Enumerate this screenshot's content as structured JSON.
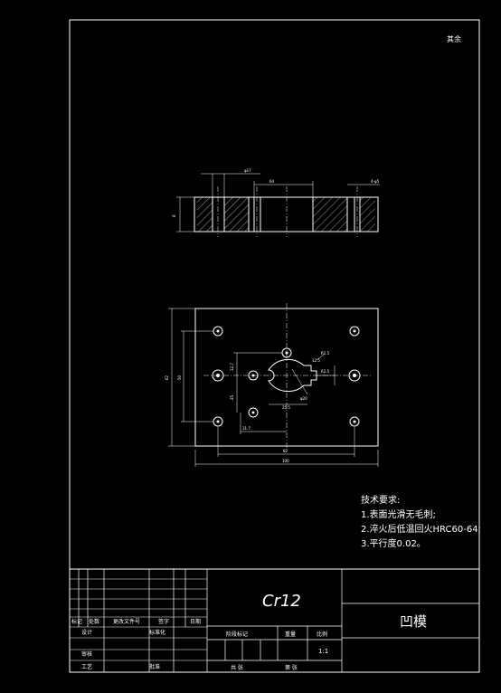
{
  "corner_note": "其余",
  "top_view": {
    "dims": {
      "pitch": "φ17",
      "mid": "64",
      "right": "4-φ5",
      "height": "8"
    }
  },
  "plan_view": {
    "dims": {
      "r1": "R2.5",
      "r2": "12.5",
      "small_r": "R2.5",
      "inner_left": "12.7",
      "inner_left2": "25",
      "d_center": "φ20",
      "mid_h": "25.5",
      "mid_w": "31.7",
      "height_outer": "62",
      "height_inner": "50",
      "width_inner": "82",
      "width_outer": "100"
    }
  },
  "tech_notes": {
    "title": "技术要求:",
    "items": [
      "1.表面光滑无毛刺;",
      "2.淬火后低温回火HRC60-64;",
      "3.平行度0.02。"
    ]
  },
  "title_block": {
    "material": "Cr12",
    "part_name": "凹模",
    "headers": [
      "标记",
      "处数",
      "更改文件号",
      "签字",
      "日期"
    ],
    "roles": [
      "设计",
      "审核",
      "工艺"
    ],
    "std_label": "标准化",
    "approve_label": "批准",
    "stage_label": "阶段标记",
    "weight_label": "重量",
    "scale_label": "比例",
    "scale_value": "1:1",
    "sheets_label": "共 张",
    "sheet_label": "第 张"
  }
}
